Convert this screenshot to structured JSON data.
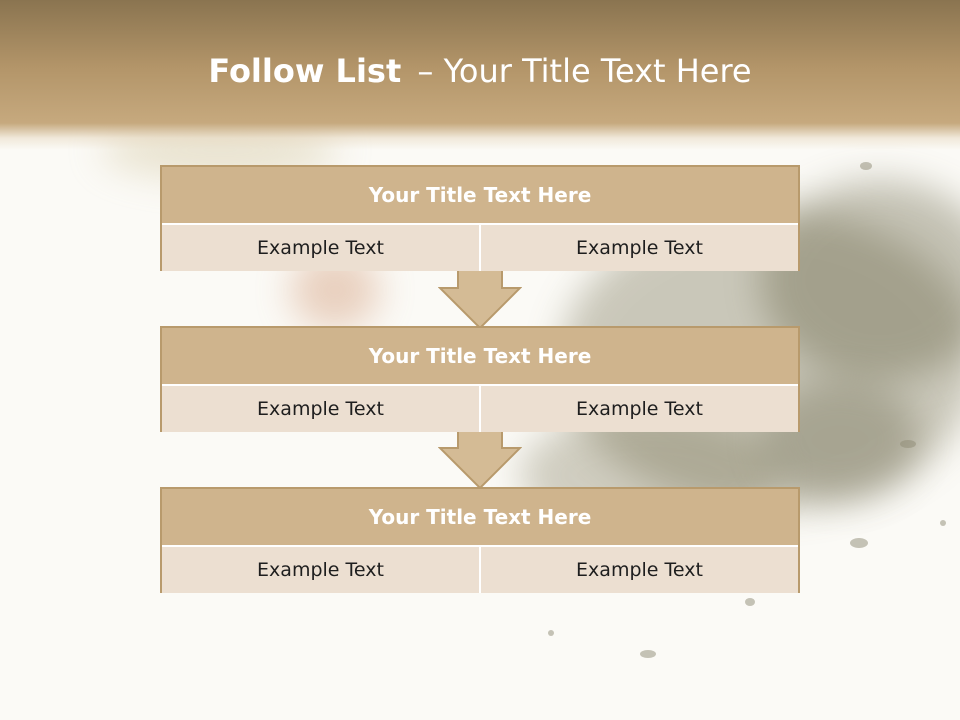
{
  "slide": {
    "title_bold": "Follow List",
    "title_rest": "– Your Title Text Here"
  },
  "blocks": [
    {
      "title": "Your Title Text Here",
      "left": "Example Text",
      "right": "Example Text"
    },
    {
      "title": "Your Title Text Here",
      "left": "Example Text",
      "right": "Example Text"
    },
    {
      "title": "Your Title Text Here",
      "left": "Example Text",
      "right": "Example Text"
    }
  ],
  "colors": {
    "header": "#b39569",
    "card_title": "#cfb48d",
    "card_cell": "#ecdfd1",
    "border": "#b89a6c"
  }
}
